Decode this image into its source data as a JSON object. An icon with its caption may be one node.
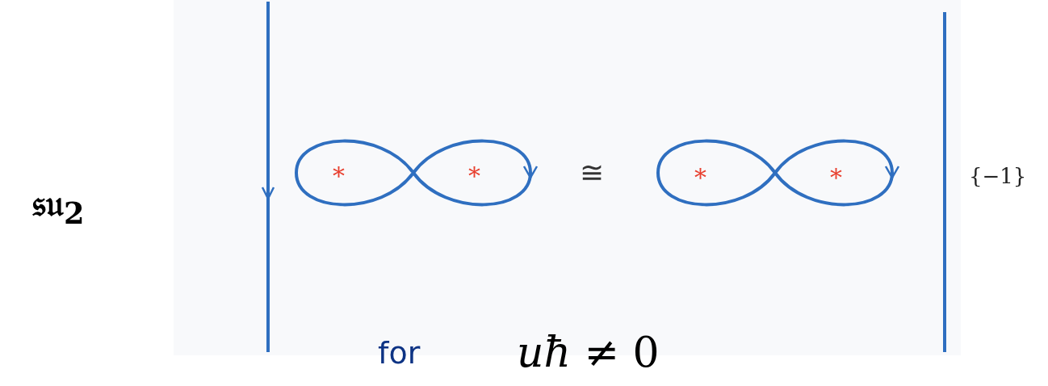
{
  "diagram": {
    "labels": [
      "𝔰𝔲$_{2}$",
      "*",
      "*",
      "≅",
      "*",
      "*",
      "{−1}",
      "for",
      "*uħ* ≠ 0"
    ]
  }
}
